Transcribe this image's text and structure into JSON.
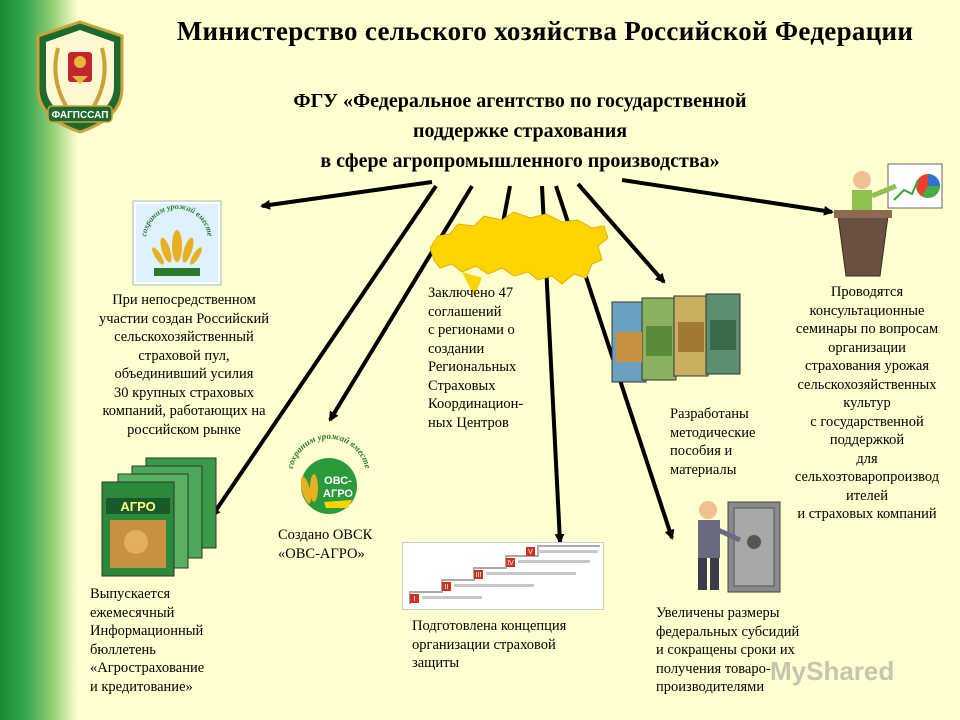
{
  "header": {
    "title": "Министерство сельского хозяйства Российской Федерации",
    "subtitle_lines": [
      "ФГУ «Федеральное агентство по государственной",
      "поддержке страхования",
      "в сфере агропромышленного производства»"
    ],
    "logo_label": "ФАГПССАП"
  },
  "blocks": {
    "pool": {
      "lines": [
        "При непосредственном",
        "участии создан Российский",
        "сельскохозяйственный",
        "страховой пул,",
        "объединивший усилия",
        "30 крупных страховых",
        "компаний, работающих на",
        "российском рынке"
      ],
      "logo_text": "сохраним урожай вместе"
    },
    "agreements": {
      "lines": [
        "Заключено 47",
        "соглашений",
        "с регионами о",
        "создании",
        "Региональных",
        "Страховых",
        "Координацион-",
        "ных Центров"
      ]
    },
    "manuals": {
      "lines": [
        "Разработаны",
        "методические",
        "пособия и",
        "материалы"
      ]
    },
    "seminars": {
      "lines": [
        "Проводятся",
        "консультационные",
        "семинары по вопросам",
        "организации",
        "страхования урожая",
        "сельскохозяйственных",
        "культур",
        "с государственной",
        "поддержкой",
        "для",
        "сельхозтоваропроизвод",
        "ителей",
        "и страховых компаний"
      ]
    },
    "bulletin": {
      "lines": [
        "Выпускается",
        "ежемесячный",
        "Информационный",
        "бюллетень",
        "«Агрострахование",
        "и кредитование»"
      ],
      "cover_label": "АГРО"
    },
    "ovsk": {
      "lines": [
        "Создано ОВСК",
        "«ОВС-АГРО»"
      ],
      "logo_text": "сохраним урожай вместе",
      "logo_label_1": "ОВС-",
      "logo_label_2": "АГРО"
    },
    "concept": {
      "lines": [
        "Подготовлена концепция",
        "организации страховой",
        "защиты"
      ],
      "steps": [
        "I",
        "II",
        "III",
        "IV",
        "V"
      ]
    },
    "subsidies": {
      "lines": [
        "Увеличены размеры",
        "федеральных субсидий",
        "и сокращены сроки их",
        "получения товаро-",
        "производителями"
      ]
    }
  },
  "watermark": "MyShared",
  "colors": {
    "background": "#ffffd0",
    "stripe_green": "#2a9a40",
    "russia_map": "#ffd400"
  }
}
